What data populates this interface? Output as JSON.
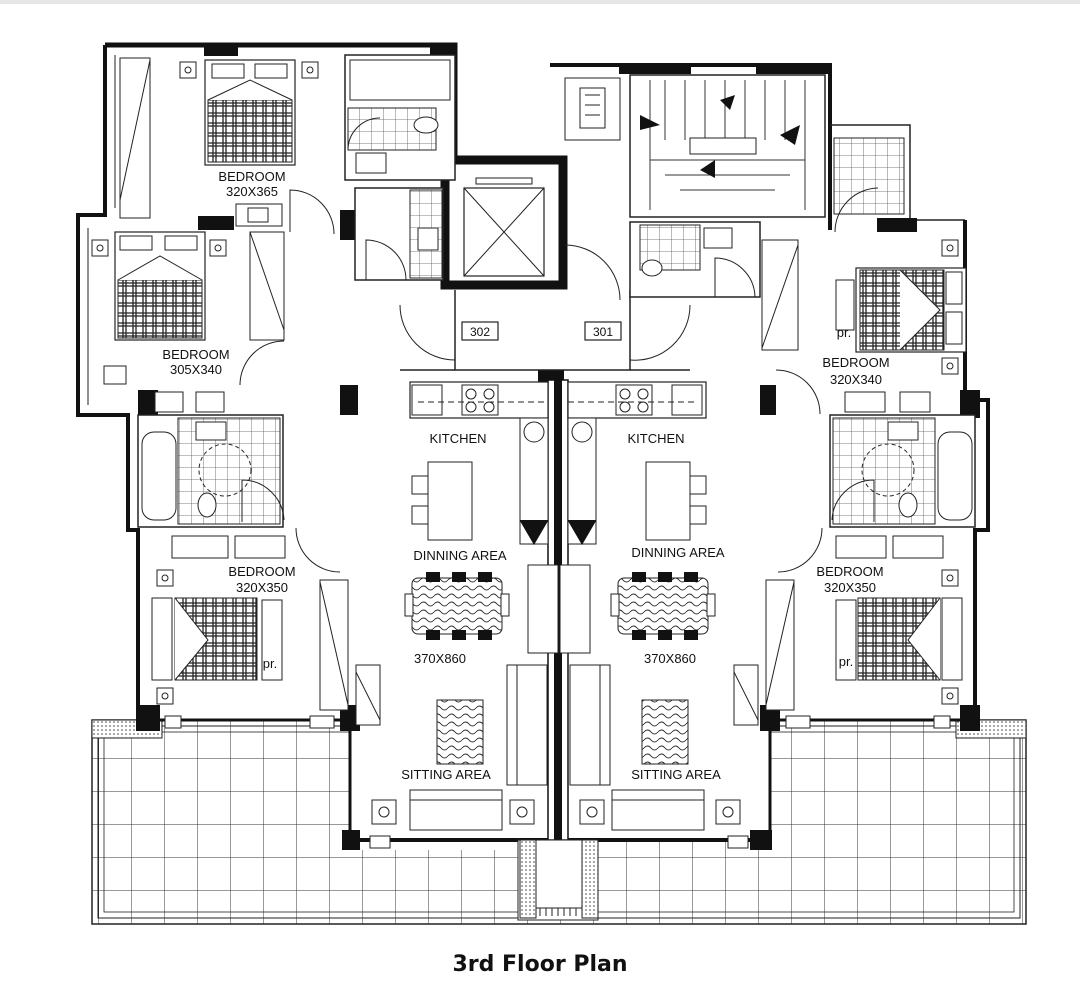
{
  "caption": "3rd Floor Plan",
  "units": {
    "left": "302",
    "right": "301"
  },
  "rooms": {
    "bed_tl": {
      "name": "BEDROOM",
      "size": "320X365"
    },
    "bed_ml": {
      "name": "BEDROOM",
      "size": "305X340"
    },
    "bed_bl": {
      "name": "BEDROOM",
      "size": "320X350"
    },
    "bed_tr": {
      "name": "BEDROOM",
      "size": "320X340"
    },
    "bed_br": {
      "name": "BEDROOM",
      "size": "320X350"
    },
    "kitchen_l": "KITCHEN",
    "kitchen_r": "KITCHEN",
    "dining_l": "DINNING AREA",
    "dining_r": "DINNING AREA",
    "living_size_l": "370X860",
    "living_size_r": "370X860",
    "sitting_l": "SITTING AREA",
    "sitting_r": "SITTING AREA",
    "pr_l": "pr.",
    "pr_tr": "pr.",
    "pr_br": "pr."
  }
}
